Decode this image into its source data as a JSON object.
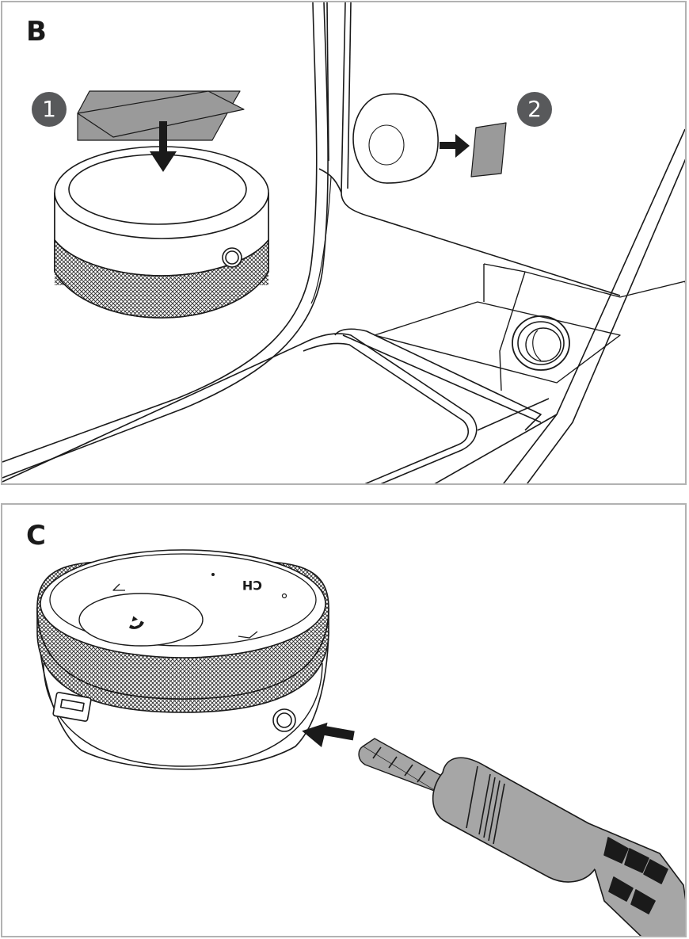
{
  "panels": [
    {
      "letter": "B",
      "steps": [
        "1",
        "2"
      ]
    },
    {
      "letter": "C",
      "device_markings": {
        "channel": "CH"
      }
    }
  ],
  "colors": {
    "frame": "#b2b2b2",
    "badge": "#58595b",
    "line": "#1a1a1a",
    "pad": "#9a9a9a",
    "plug": "#a6a6a6"
  },
  "icons": [
    "arrow-down-icon",
    "arrow-right-icon",
    "arrow-left-icon",
    "phone-icon",
    "chevron-left-icon",
    "chevron-right-icon"
  ]
}
